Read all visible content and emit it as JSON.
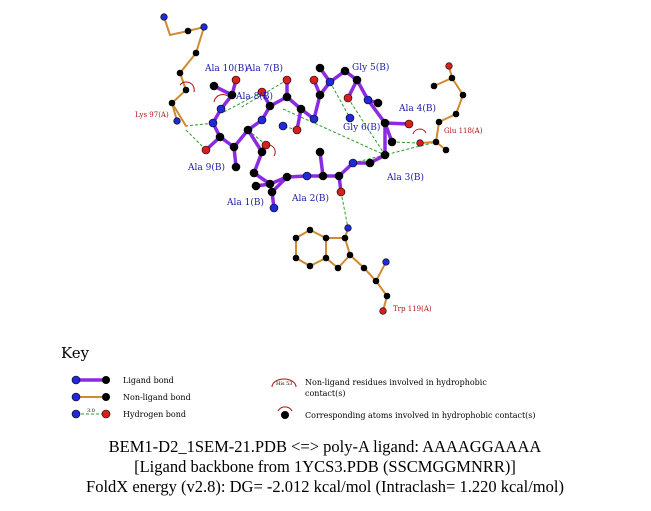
{
  "colors": {
    "ligand_bond": "#8a2be2",
    "nonligand_bond": "#d08a30",
    "hbond": "#2e9b2e",
    "nitrogen": "#1f2ad6",
    "oxygen": "#d61f1f",
    "carbon": "#000000",
    "ligand_label": "#1a1aa8",
    "residue_label": "#b01010"
  },
  "ligand_labels": {
    "ala10": "Ala 10(B)",
    "ala7": "Ala 7(B)",
    "ala8": "Ala 8(B)",
    "gly5": "Gly 5(B)",
    "ala4": "Ala 4(B)",
    "gly6": "Gly 6(B)",
    "ala9": "Ala 9(B)",
    "ala3": "Ala 3(B)",
    "ala2": "Ala 2(B)",
    "ala1": "Ala 1(B)"
  },
  "residue_labels": {
    "lys97": "Lys 97(A)",
    "glu118": "Glu 118(A)",
    "trp119": "Trp 119(A)"
  },
  "key": {
    "title": "Key",
    "ligand_bond": "Ligand bond",
    "nonligand_bond": "Non-ligand bond",
    "hydrogen_bond": "Hydrogen bond",
    "hbond_distance": "3.0",
    "hydrophobic_residue_sample": "His 53",
    "hydrophobic_residues_line1": "Non-ligand residues involved in hydrophobic",
    "hydrophobic_residues_line2": "contact(s)",
    "hydrophobic_atoms": "Corresponding atoms involved in hydrophobic contact(s)"
  },
  "caption": {
    "line1": "BEM1-D2_1SEM-21.PDB <=> poly-A ligand: AAAAGGAAAA",
    "line2": "[Ligand backbone from 1YCS3.PDB (SSCMGGMNRR)]",
    "line3": "FoldX energy (v2.8): DG= -2.012 kcal/mol (Intraclash= 1.220 kcal/mol)"
  }
}
